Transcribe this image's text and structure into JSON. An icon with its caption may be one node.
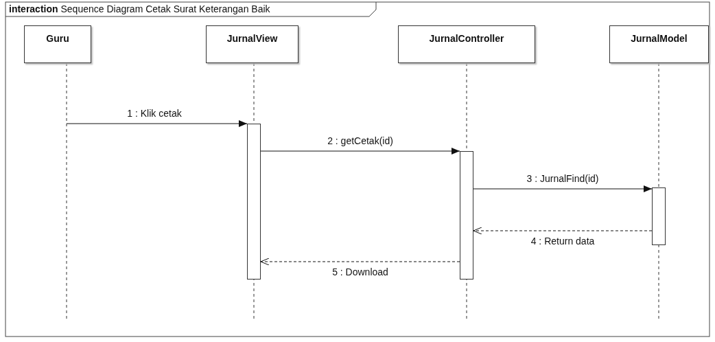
{
  "diagram": {
    "title": "**interaction** Sequence Diagram Cetak Surat Keterangan Baik",
    "nodes": [
      {
        "text": [
          "Guru"
        ]
      },
      {
        "text": [
          "JurnalView"
        ]
      },
      {
        "text": [
          "JurnalController"
        ]
      },
      {
        "text": [
          "JurnalModel"
        ]
      },
      {
        "text": [],
        "shape": "bar"
      },
      {
        "text": [],
        "shape": "bar"
      },
      {
        "text": [],
        "shape": "bar"
      }
    ],
    "edges": [
      {
        "from": null,
        "to": 4,
        "arrow": "to",
        "label": "1 : Klik cetak"
      },
      {
        "from": 4,
        "to": 5,
        "arrow": "to",
        "label": "2 : getCetak(id)"
      },
      {
        "from": 5,
        "to": 6,
        "arrow": "to",
        "label": "3 : JurnalFind(id)"
      },
      {
        "from": 6,
        "to": 5,
        "arrow": "to",
        "label": "4 : Return data",
        "style": "dashed"
      },
      {
        "from": 5,
        "to": 4,
        "arrow": "to",
        "label": "5 : Download",
        "style": "dashed"
      }
    ]
  }
}
